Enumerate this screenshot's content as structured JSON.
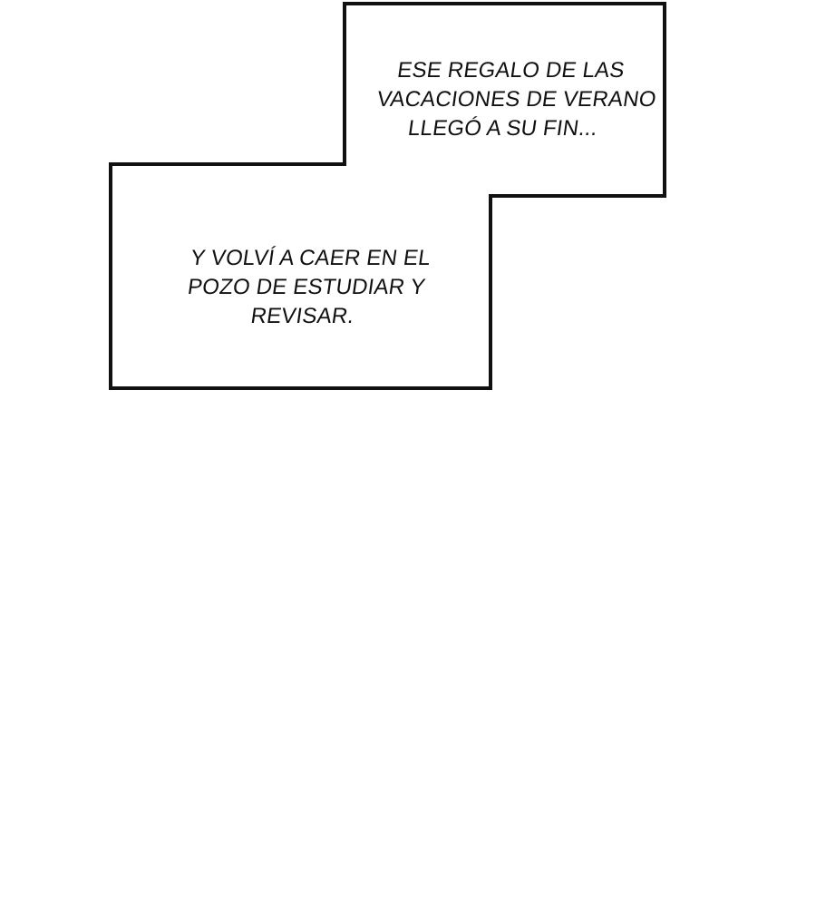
{
  "captions": {
    "top": {
      "lines": [
        "ESE REGALO DE LAS",
        "VACACIONES DE VERANO",
        "LLEGÓ A SU FIN..."
      ]
    },
    "bottom": {
      "lines": [
        "Y VOLVÍ A CAER EN EL",
        "POZO DE ESTUDIAR Y",
        "REVISAR."
      ]
    }
  },
  "colors": {
    "background": "#ffffff",
    "border": "#111111",
    "text": "#111111"
  }
}
